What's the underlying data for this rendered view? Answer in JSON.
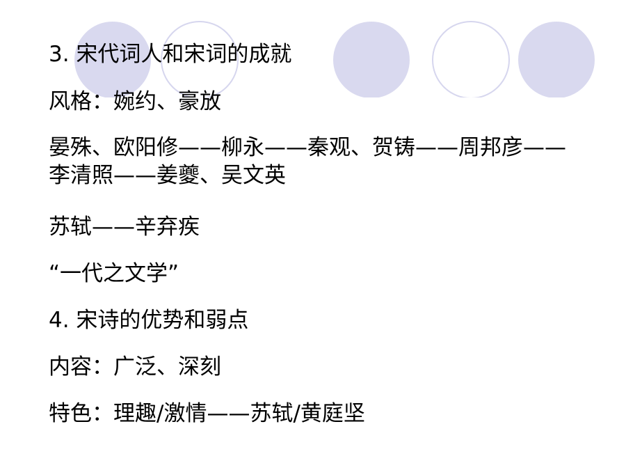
{
  "colors": {
    "circle_fill": "#d9d9ef",
    "circle_stroke": "#d6d6ee",
    "text": "#000000"
  },
  "lines": [
    "3. 宋代词人和宋词的成就",
    "风格：婉约、豪放",
    "晏殊、欧阳修——柳永——秦观、贺铸——周邦彦——李清照——姜夔、吴文英",
    "苏轼——辛弃疾",
    "“一代之文学”",
    "4. 宋诗的优势和弱点",
    "内容：广泛、深刻",
    "特色：理趣/激情——苏轼/黄庭坚"
  ]
}
